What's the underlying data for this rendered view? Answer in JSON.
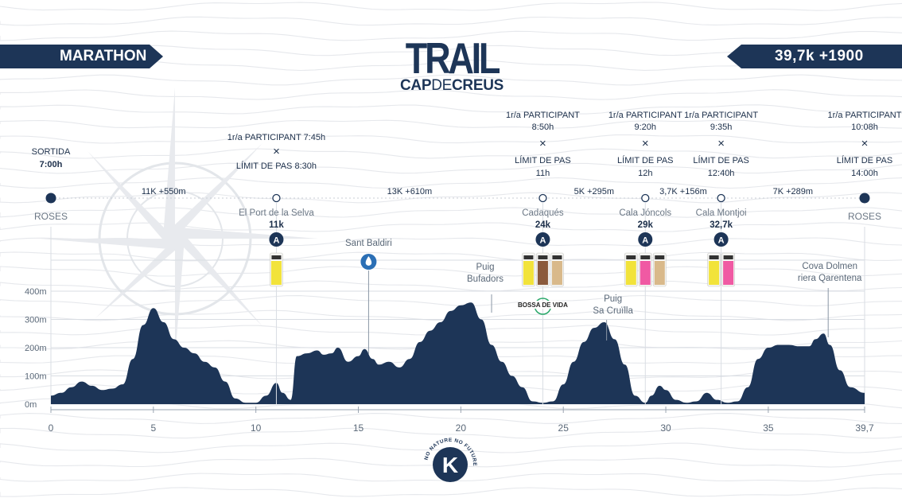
{
  "header": {
    "race_label": "MARATHON",
    "distance_elevation": "39,7k  +1900",
    "logo_title": "TRAIL",
    "logo_sub_a": "CAP",
    "logo_sub_b": "DE",
    "logo_sub_c": "CREUS",
    "sponsor_logo": "K",
    "sponsor_text": "NO NATURE NO FUTURE"
  },
  "colors": {
    "profile_fill": "#1d3557",
    "text": "#1c2f4a",
    "aid_badge": "#1d3557",
    "water_badge": "#2b6fb5",
    "grid": "#d9dde3",
    "background_lines": "#e6e8ec",
    "gel_yellow": "#f2e33a",
    "gel_pink": "#f05aa3",
    "bar_brown": "#8b5a3c",
    "bag_green": "#2aa86a"
  },
  "route": {
    "start": {
      "time_label": "SORTIDA",
      "time": "7:00h",
      "place": "ROSES",
      "km": 0
    },
    "finish": {
      "participant_label": "1r/a PARTICIPANT",
      "participant_time": "10:08h",
      "cutoff_label": "LÍMIT DE PAS",
      "cutoff_time": "14:00h",
      "place": "ROSES",
      "km": 39.7
    },
    "segments": [
      {
        "label": "11K +550m",
        "from_km": 0,
        "to_km": 11
      },
      {
        "label": "13K +610m",
        "from_km": 11,
        "to_km": 24
      },
      {
        "label": "5K +295m",
        "from_km": 24,
        "to_km": 29
      },
      {
        "label": "3,7K +156m",
        "from_km": 29,
        "to_km": 32.7
      },
      {
        "label": "7K +289m",
        "from_km": 32.7,
        "to_km": 39.7
      }
    ],
    "checkpoints": [
      {
        "place": "El Port de la Selva",
        "dist": "11k",
        "km": 11,
        "participant": "1r/a PARTICIPANT 7:45h",
        "cutoff": "LÍMIT DE PAS 8:30h",
        "aid": "A",
        "supplies": [
          "gel-yellow"
        ]
      },
      {
        "place": "Cadaqués",
        "dist": "24k",
        "km": 24,
        "participant_label": "1r/a PARTICIPANT",
        "participant_time": "8:50h",
        "cutoff_label": "LÍMIT DE PAS",
        "cutoff_time": "11h",
        "aid": "A",
        "supplies": [
          "gel-yellow",
          "bar-brown",
          "bar-tan"
        ],
        "extra": "BOSSA DE VIDA"
      },
      {
        "place": "Cala Jóncols",
        "dist": "29k",
        "km": 29,
        "participant_label": "1r/a PARTICIPANT",
        "participant_time": "9:20h",
        "cutoff_label": "LÍMIT DE PAS",
        "cutoff_time": "12h",
        "aid": "A",
        "supplies": [
          "gel-yellow",
          "gel-pink",
          "bar-tan"
        ]
      },
      {
        "place": "Cala Montjoi",
        "dist": "32,7k",
        "km": 32.7,
        "participant_label": "1r/a PARTICIPANT",
        "participant_time": "9:35h",
        "cutoff_label": "LÍMIT DE PAS",
        "cutoff_time": "12:40h",
        "aid": "A",
        "supplies": [
          "gel-yellow",
          "gel-pink"
        ]
      }
    ],
    "water_point": {
      "place": "Sant Baldiri",
      "km": 15.5
    },
    "landmarks": [
      {
        "name_1": "Puig",
        "name_2": "Bufadors",
        "km": 21.5
      },
      {
        "name_1": "Puig",
        "name_2": "Sa Cruïlla",
        "km": 27.5
      },
      {
        "name_1": "Cova Dolmen",
        "name_2": "riera Qarentena",
        "km": 38
      }
    ]
  },
  "chart_data": {
    "type": "area",
    "title": "",
    "xlabel": "",
    "ylabel": "",
    "xlim": [
      0,
      39.7
    ],
    "ylim": [
      0,
      400
    ],
    "x_ticks": [
      "0",
      "5",
      "10",
      "15",
      "20",
      "25",
      "30",
      "35",
      "39,7"
    ],
    "x_tick_values": [
      0,
      5,
      10,
      15,
      20,
      25,
      30,
      35,
      39.7
    ],
    "y_ticks": [
      "0m",
      "100m",
      "200m",
      "300m",
      "400m"
    ],
    "y_tick_values": [
      0,
      100,
      200,
      300,
      400
    ],
    "grid": true,
    "x": [
      0,
      0.5,
      1,
      1.5,
      2,
      2.5,
      3,
      3.5,
      4,
      4.5,
      5,
      5.5,
      6,
      6.5,
      7,
      7.5,
      8,
      8.5,
      9,
      9.5,
      10,
      10.5,
      11,
      11.3,
      11.7,
      12,
      12.5,
      13,
      13.3,
      13.7,
      14,
      14.5,
      15,
      15.3,
      15.7,
      16,
      16.5,
      17,
      17.5,
      18,
      18.5,
      19,
      19.5,
      20,
      20.5,
      21,
      21.5,
      22,
      22.5,
      23,
      23.5,
      24,
      24.5,
      25,
      25.5,
      26,
      26.5,
      27,
      27.5,
      28,
      28.5,
      29,
      29.3,
      29.7,
      30,
      30.5,
      31,
      31.5,
      32,
      32.5,
      33,
      33.5,
      34,
      34.5,
      35,
      35.5,
      36,
      36.5,
      37,
      37.3,
      37.7,
      38,
      38.5,
      39,
      39.7
    ],
    "y": [
      30,
      40,
      60,
      80,
      65,
      50,
      55,
      70,
      160,
      280,
      340,
      290,
      230,
      200,
      180,
      150,
      130,
      80,
      20,
      5,
      5,
      30,
      75,
      40,
      15,
      170,
      180,
      190,
      175,
      180,
      200,
      150,
      170,
      195,
      160,
      140,
      150,
      130,
      160,
      220,
      260,
      290,
      330,
      350,
      360,
      300,
      210,
      150,
      100,
      60,
      10,
      5,
      10,
      70,
      150,
      220,
      270,
      290,
      230,
      140,
      30,
      5,
      30,
      65,
      50,
      15,
      5,
      10,
      40,
      15,
      5,
      10,
      60,
      160,
      200,
      210,
      210,
      205,
      205,
      230,
      250,
      210,
      120,
      60,
      40,
      30
    ]
  }
}
